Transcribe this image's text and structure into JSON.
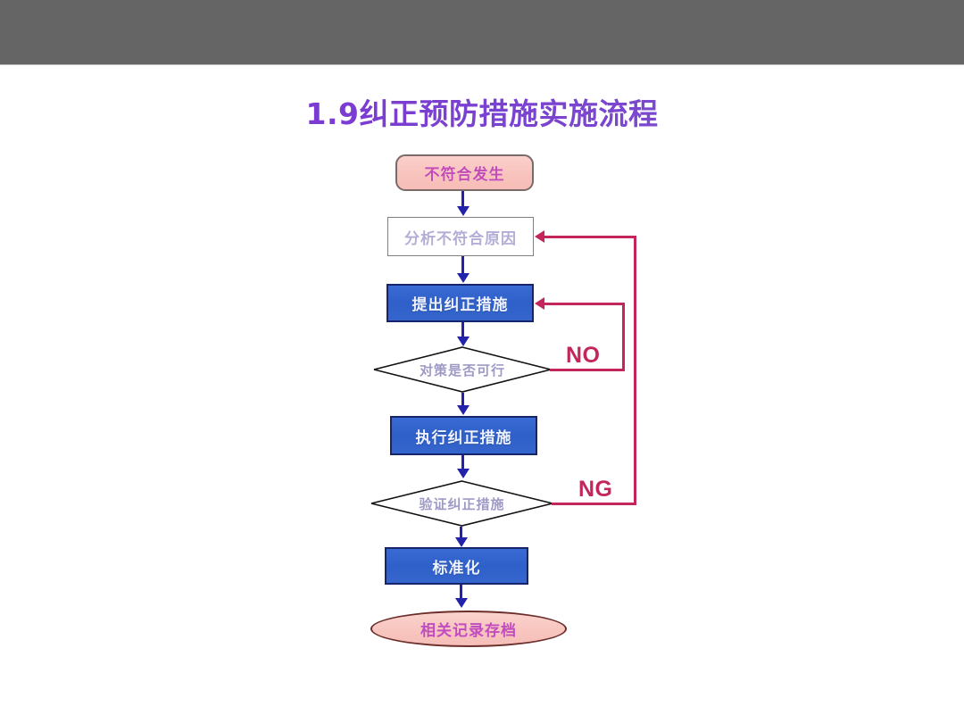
{
  "slide": {
    "title": "1.9纠正预防措施实施流程",
    "title_color": "#7a3fd0",
    "header_bar_color": "#656565",
    "background_color": "#ffffff"
  },
  "flowchart": {
    "type": "flowchart",
    "nodes": [
      {
        "id": "start",
        "label": "不符合发生",
        "shape": "rounded-rectangle",
        "fill": "#f9c3bd",
        "border": "#7a6a6a",
        "text_color": "#c24bb8"
      },
      {
        "id": "analyze",
        "label": "分析不符合原因",
        "shape": "rectangle",
        "fill": "#ffffff",
        "border": "#808080",
        "text_color": "#b3aed6"
      },
      {
        "id": "propose",
        "label": "提出纠正措施",
        "shape": "rectangle",
        "fill": "#2f5fc9",
        "border": "#16246b",
        "text_color": "#eef2ff"
      },
      {
        "id": "feasible",
        "label": "对策是否可行",
        "shape": "diamond",
        "fill": "#ffffff",
        "border": "#000000",
        "text_color": "#9e9ac6"
      },
      {
        "id": "execute",
        "label": "执行纠正措施",
        "shape": "rectangle",
        "fill": "#2f5fc9",
        "border": "#16246b",
        "text_color": "#eef2ff"
      },
      {
        "id": "verify",
        "label": "验证纠正措施",
        "shape": "diamond",
        "fill": "#ffffff",
        "border": "#000000",
        "text_color": "#9e9ac6"
      },
      {
        "id": "standard",
        "label": "标准化",
        "shape": "rectangle",
        "fill": "#2f5fc9",
        "border": "#16246b",
        "text_color": "#eef2ff"
      },
      {
        "id": "end",
        "label": "相关记录存档",
        "shape": "ellipse",
        "fill": "#f8c5bf",
        "border": "#6b2f2b",
        "text_color": "#c14cc0"
      }
    ],
    "edges": [
      {
        "from": "start",
        "to": "analyze",
        "label": "",
        "color": "#2222aa"
      },
      {
        "from": "analyze",
        "to": "propose",
        "label": "",
        "color": "#2222aa"
      },
      {
        "from": "propose",
        "to": "feasible",
        "label": "",
        "color": "#2222aa"
      },
      {
        "from": "feasible",
        "to": "execute",
        "label": "",
        "color": "#2222aa"
      },
      {
        "from": "execute",
        "to": "verify",
        "label": "",
        "color": "#2222aa"
      },
      {
        "from": "verify",
        "to": "standard",
        "label": "",
        "color": "#2222aa"
      },
      {
        "from": "standard",
        "to": "end",
        "label": "",
        "color": "#2222aa"
      },
      {
        "from": "feasible",
        "to": "propose",
        "label": "NO",
        "color": "#c2265c"
      },
      {
        "from": "verify",
        "to": "analyze",
        "label": "NG",
        "color": "#c2265c"
      }
    ],
    "loop_labels": {
      "no": "NO",
      "ng": "NG"
    }
  }
}
